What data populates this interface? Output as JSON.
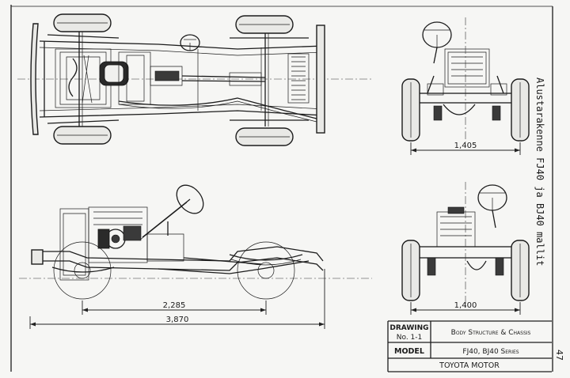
{
  "caption_vertical": "Alustarakenne FJ40 ja BJ40 mallit",
  "page_number": "47",
  "dimensions": {
    "front_track_fj40": "1,405",
    "front_track_bj40": "1,400",
    "wheelbase": "2,285",
    "overall_length": "3,870"
  },
  "title_block": {
    "drawing_label": "DRAWING",
    "drawing_number": "No. 1-1",
    "drawing_title": "Body Structure & Chassis",
    "model_label": "MODEL",
    "model_value": "FJ40, BJ40 Series",
    "manufacturer": "TOYOTA MOTOR"
  }
}
